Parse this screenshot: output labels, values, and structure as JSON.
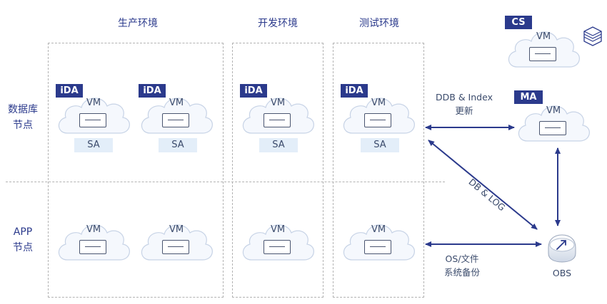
{
  "columns": {
    "production": "生产环境",
    "development": "开发环境",
    "testing": "测试环境"
  },
  "rows": {
    "database_line1": "数据库",
    "database_line2": "节点",
    "app_line1": "APP",
    "app_line2": "节点"
  },
  "node_labels": {
    "vm": "VM",
    "ida": "iDA",
    "sa": "SA",
    "cs": "CS",
    "ma": "MA",
    "obs": "OBS"
  },
  "connections": {
    "ddb_index_line1": "DDB & Index",
    "ddb_index_line2": "更新",
    "db_log": "DB & LOG",
    "os_backup_line1": "OS/文件",
    "os_backup_line2": "系统备份"
  },
  "colors": {
    "accent": "#2b3a8c",
    "sa_bg": "#e3eef9",
    "cloud_fill": "#f5f8fd",
    "cloud_stroke": "#c7d3e6"
  },
  "icons": {
    "cs_logo": "layered-cube-icon",
    "obs": "obs-storage-icon"
  }
}
